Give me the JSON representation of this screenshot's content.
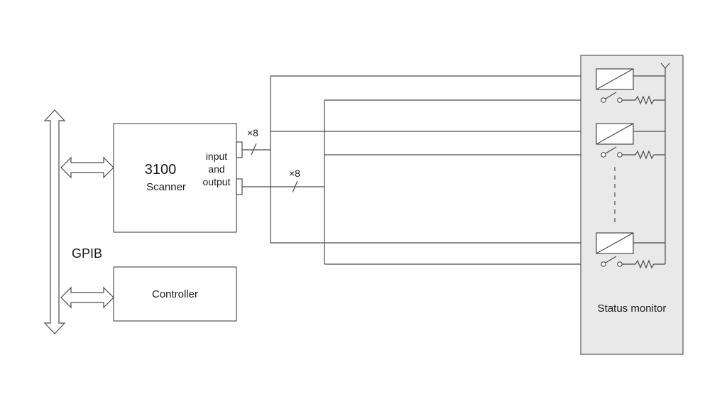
{
  "scanner": {
    "model": "3100",
    "name": "Scanner"
  },
  "io": {
    "line1": "input",
    "line2": "and",
    "line3": "output"
  },
  "controller": {
    "label": "Controller"
  },
  "bus": {
    "label": "GPIB"
  },
  "multiplicity": {
    "upper": "×8",
    "lower": "×8"
  },
  "status_monitor": {
    "label": "Status monitor"
  },
  "colors": {
    "line": "#4a4a4a",
    "monitor_fill": "#e9e9e9",
    "box_stroke": "#555555"
  }
}
